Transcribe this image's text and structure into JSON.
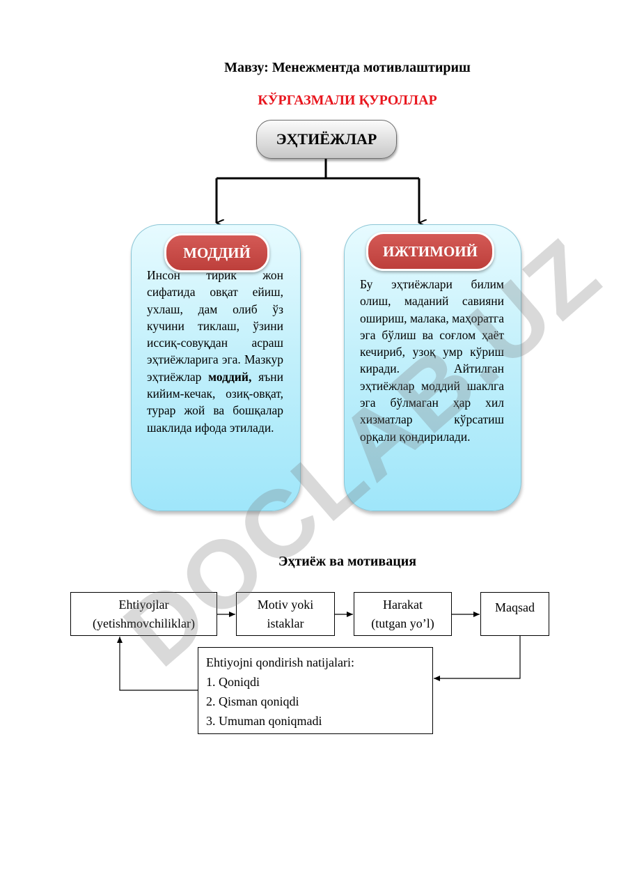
{
  "header": {
    "topic": "Мавзу: Менежментда мотивлаштириш",
    "subtitle": "КЎРГАЗМАЛИ ҚУРОЛЛАР"
  },
  "tree": {
    "root": "ЭҲТИЁЖЛАР",
    "left": {
      "badge": "МОДДИЙ",
      "text_before": "Инсон тирик жон сифатида овқат ейиш, ухлаш, дам олиб ўз кучини тиклаш, ўзини иссиқ-совуқдан асраш эҳтиёжларига эга. Мазкур эҳтиёжлар ",
      "text_bold": "моддий,",
      "text_after": " яъни кийим-кечак, озиқ-овқат, турар жой ва бошқалар шаклида ифода этилади."
    },
    "right": {
      "badge": "ИЖТИМОИЙ",
      "text": "Бу эҳтиёжлари билим олиш, маданий савияни ошириш, малака, маҳоратга эга бўлиш ва соғлом ҳаёт кечириб, узоқ умр кўриш киради. Айтилган эҳтиёжлар моддий шаклга эга бўлмаган ҳар хил хизматлар кўрсатиш орқали қондирилади."
    }
  },
  "flow": {
    "title": "Эҳтиёж ва мотивация",
    "needs": {
      "line1": "Ehtiyojlar",
      "line2": "(yetishmovchiliklar)"
    },
    "motive": {
      "line1": "Motiv yoki",
      "line2": "istaklar"
    },
    "action": {
      "line1": "Harakat",
      "line2": "(tutgan yo’l)"
    },
    "goal": "Maqsad",
    "results": {
      "heading": "Ehtiyojni qondirish natijalari:",
      "items": [
        "1. Qoniqdi",
        "2. Qisman qoniqdi",
        "3. Umuman qoniqmadi"
      ]
    }
  },
  "watermark": "DOCLAB.UZ"
}
